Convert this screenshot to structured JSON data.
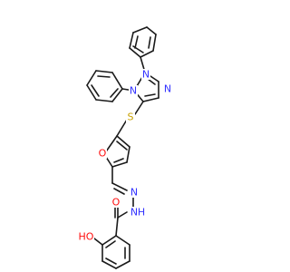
{
  "molecule": {
    "colors": {
      "N": "#3333ff",
      "O": "#ff0d0d",
      "S": "#c8a000",
      "C": "#1a1a1a"
    },
    "atoms": [
      {
        "text": "N",
        "element": "N"
      },
      {
        "text": "N",
        "element": "N"
      },
      {
        "text": "N",
        "element": "N"
      },
      {
        "text": "S",
        "element": "S"
      },
      {
        "text": "O",
        "element": "O"
      },
      {
        "text": "N",
        "element": "N"
      },
      {
        "text": "N",
        "element": "N"
      },
      {
        "text": "H",
        "element": "N"
      },
      {
        "text": "O",
        "element": "O"
      },
      {
        "text": "HO",
        "element": "O"
      }
    ]
  }
}
